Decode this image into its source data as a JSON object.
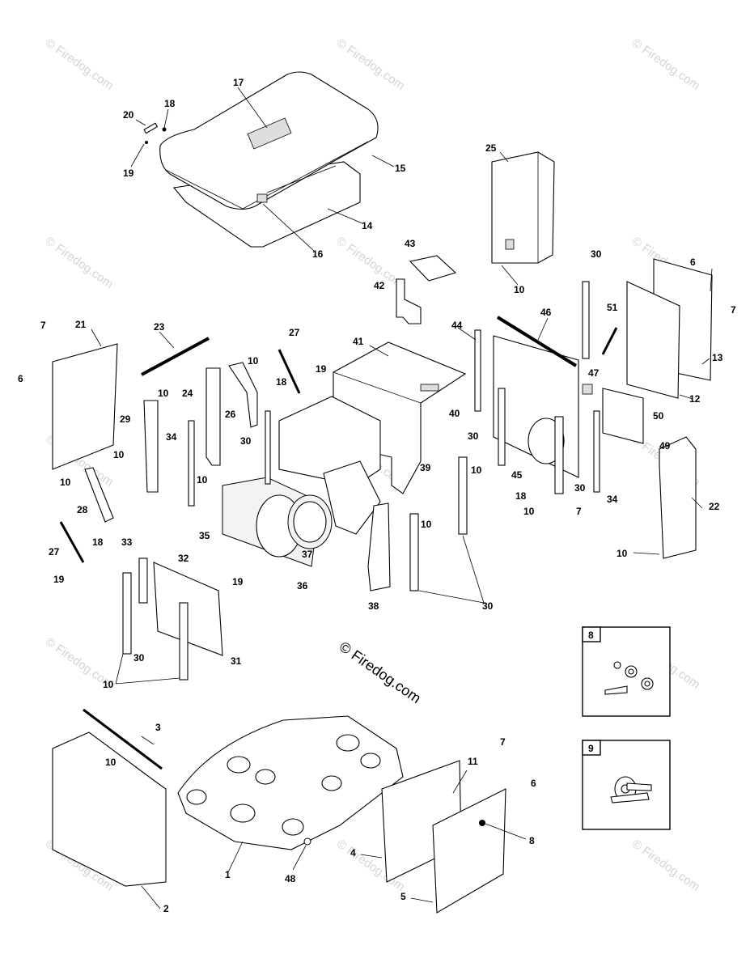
{
  "watermark_text": "© Firedog.com",
  "copyright_text": "© Firedog.com",
  "insets": [
    {
      "id": "inset8",
      "label": "8"
    },
    {
      "id": "inset9",
      "label": "9"
    }
  ],
  "callouts": [
    "1",
    "2",
    "3",
    "4",
    "5",
    "6",
    "7",
    "8",
    "9",
    "10",
    "11",
    "12",
    "13",
    "14",
    "15",
    "16",
    "17",
    "18",
    "19",
    "20",
    "21",
    "22",
    "23",
    "24",
    "25",
    "26",
    "27",
    "28",
    "29",
    "30",
    "31",
    "32",
    "33",
    "34",
    "35",
    "36",
    "37",
    "38",
    "39",
    "40",
    "41",
    "42",
    "43",
    "44",
    "45",
    "46",
    "47",
    "48",
    "49",
    "50",
    "51"
  ]
}
